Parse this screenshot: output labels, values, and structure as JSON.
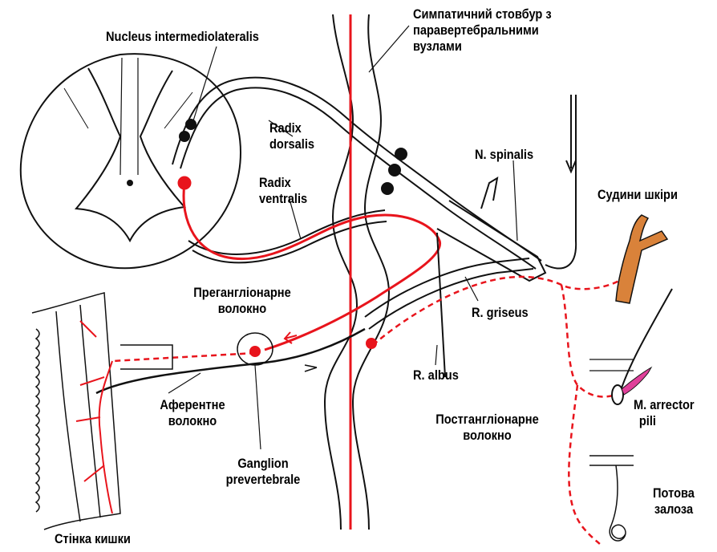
{
  "labels": {
    "nucleus": "Nucleus intermediolateralis",
    "trunk": [
      "Симпатичний стовбур з",
      "паравертебральними",
      "вузлами"
    ],
    "radix_dorsalis": [
      "Radix",
      "dorsalis"
    ],
    "radix_ventralis": [
      "Radix",
      "ventralis"
    ],
    "n_spinalis": "N. spinalis",
    "skin_vessels": "Судини шкіри",
    "preganglionic": [
      "Прегангліонарне",
      "волокно"
    ],
    "r_griseus": "R. griseus",
    "r_albus": "R. albus",
    "afferent": [
      "Аферентне",
      "волокно"
    ],
    "postganglionic": [
      "Постгангліонарне",
      "волокно"
    ],
    "m_arrector": [
      "M. arrector",
      "pili"
    ],
    "ganglion": [
      "Ganglion",
      "prevertebrale"
    ],
    "sweat_gland": [
      "Потова",
      "залоза"
    ],
    "intestine_wall": "Стінка кишки"
  },
  "colors": {
    "efferent_fiber": "#e8141c",
    "outline": "#111111",
    "vessel": "#d9823a",
    "arrector_muscle": "#e0409a"
  }
}
